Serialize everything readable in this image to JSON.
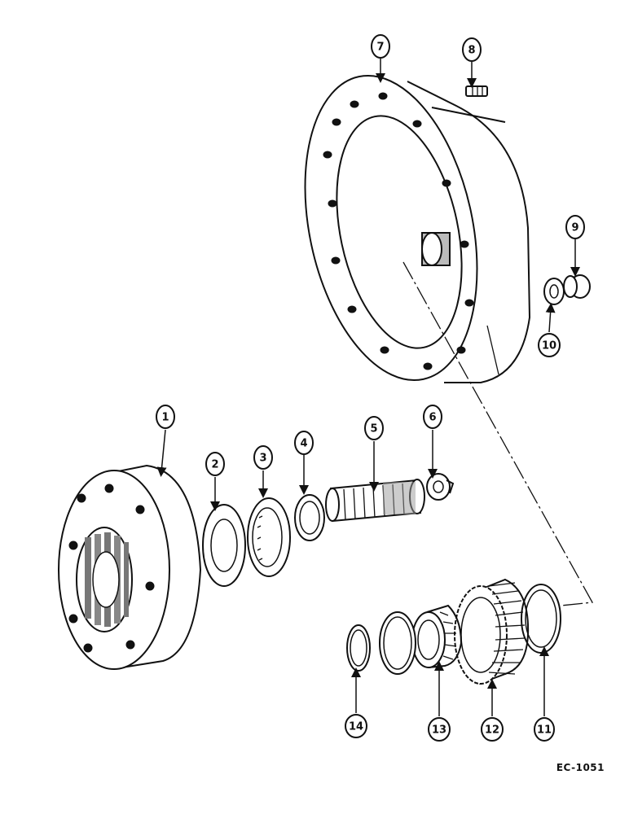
{
  "callouts": [
    {
      "id": "1",
      "label": "1"
    },
    {
      "id": "2",
      "label": "2"
    },
    {
      "id": "3",
      "label": "3"
    },
    {
      "id": "4",
      "label": "4"
    },
    {
      "id": "5",
      "label": "5"
    },
    {
      "id": "6",
      "label": "6"
    },
    {
      "id": "7",
      "label": "7"
    },
    {
      "id": "8",
      "label": "8"
    },
    {
      "id": "9",
      "label": "9"
    },
    {
      "id": "10",
      "label": "10"
    },
    {
      "id": "11",
      "label": "11"
    },
    {
      "id": "12",
      "label": "12"
    },
    {
      "id": "13",
      "label": "13"
    },
    {
      "id": "14",
      "label": "14"
    }
  ],
  "reference_code": "EC-1051"
}
